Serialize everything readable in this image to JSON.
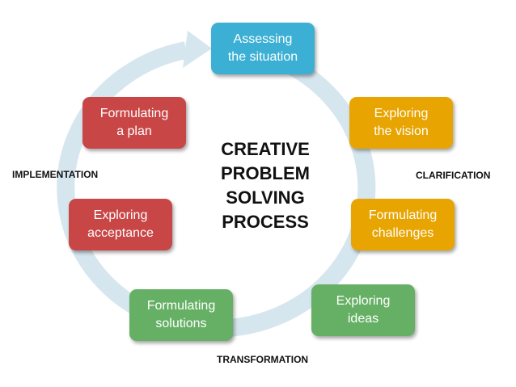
{
  "title_lines": [
    "CREATIVE",
    "PROBLEM",
    "SOLVING",
    "PROCESS"
  ],
  "phases": {
    "clarification": "CLARIFICATION",
    "transformation": "TRANSFORMATION",
    "implementation": "IMPLEMENTATION"
  },
  "steps": [
    {
      "lines": [
        "Assessing",
        "the situation"
      ],
      "color": "#3BAFD4"
    },
    {
      "lines": [
        "Exploring",
        "the vision"
      ],
      "color": "#E8A400"
    },
    {
      "lines": [
        "Formulating",
        "challenges"
      ],
      "color": "#E8A400"
    },
    {
      "lines": [
        "Exploring",
        "ideas"
      ],
      "color": "#66B065"
    },
    {
      "lines": [
        "Formulating",
        "solutions"
      ],
      "color": "#66B065"
    },
    {
      "lines": [
        "Exploring",
        "acceptance"
      ],
      "color": "#C84646"
    },
    {
      "lines": [
        "Formulating",
        "a plan"
      ],
      "color": "#C84646"
    }
  ],
  "cycle_color": "#D6E6EF"
}
